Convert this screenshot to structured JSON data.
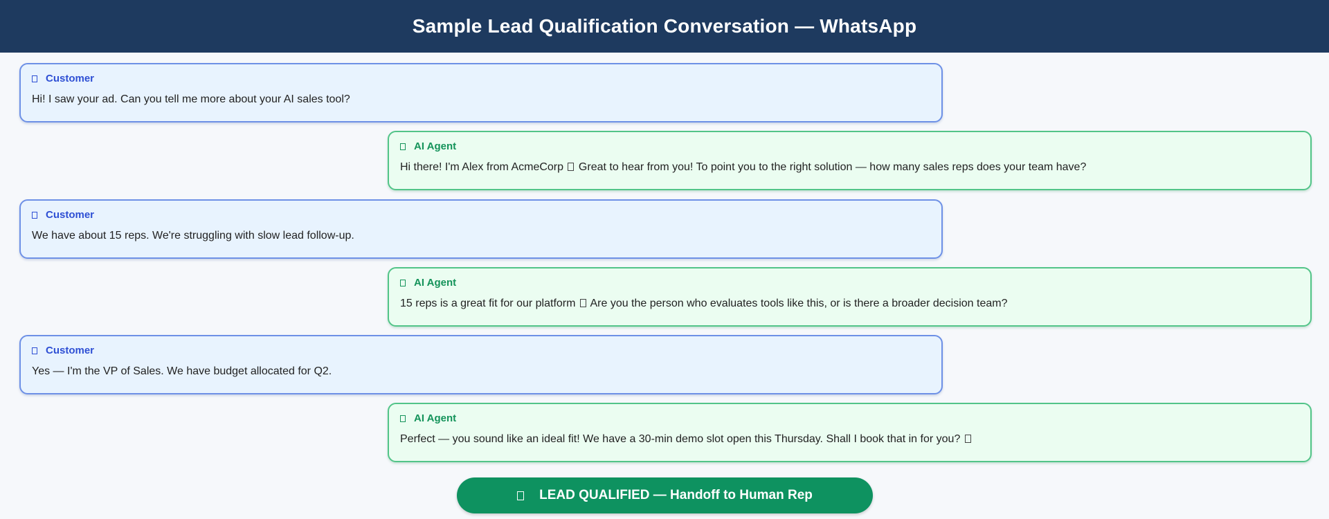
{
  "header": {
    "title": "Sample Lead Qualification Conversation  —  WhatsApp"
  },
  "labels": {
    "customer": "Customer",
    "agent": "AI Agent"
  },
  "messages": [
    {
      "sender": "customer",
      "text": "Hi! I saw your ad. Can you tell me more about your AI sales tool?"
    },
    {
      "sender": "agent",
      "text_before_icon": "Hi there! I'm Alex from AcmeCorp",
      "text_after_icon": "Great to hear from you! To point you to the right solution — how many sales reps does your team have?",
      "inline_icon": "emoji-icon"
    },
    {
      "sender": "customer",
      "text": "We have about 15 reps. We're struggling with slow lead follow-up."
    },
    {
      "sender": "agent",
      "text_before_icon": "15 reps is a great fit for our platform",
      "text_after_icon": "Are you the person who evaluates tools like this, or is there a broader decision team?",
      "inline_icon": "emoji-icon"
    },
    {
      "sender": "customer",
      "text": "Yes — I'm the VP of Sales. We have budget allocated for Q2."
    },
    {
      "sender": "agent",
      "text_before_icon": "Perfect — you sound like an ideal fit! We have a 30-min demo slot open this Thursday. Shall I book that in for you?",
      "text_after_icon": "",
      "inline_icon": "emoji-icon"
    }
  ],
  "handoff": {
    "label": "LEAD QUALIFIED  —  Handoff to Human Rep",
    "icon": "check-icon"
  },
  "colors": {
    "header_bg": "#1e3a5f",
    "customer_border": "#6d90e6",
    "customer_bg": "#e8f3fe",
    "agent_border": "#52c488",
    "agent_bg": "#ebfdf1",
    "handoff_bg": "#0e9260"
  }
}
